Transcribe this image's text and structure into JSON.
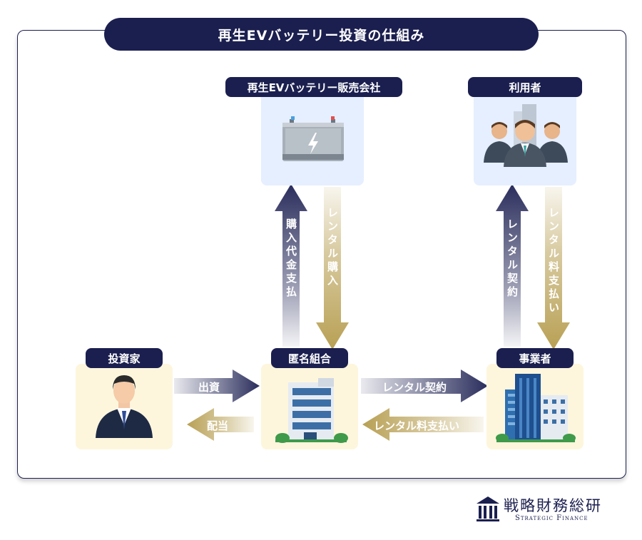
{
  "title": "再生EVバッテリー投資の仕組み",
  "nodes": {
    "seller": "再生EVバッテリー販売会社",
    "user": "利用者",
    "investor": "投資家",
    "partnership": "匿名組合",
    "operator": "事業者"
  },
  "flows": {
    "purchase_payment": "購入代金支払",
    "rental_purchase": "レンタル購入",
    "rental_contract_user": "レンタル契約",
    "rental_fee_payment_user": "レンタル料支払い",
    "investment": "出資",
    "dividend": "配当",
    "rental_contract": "レンタル契約",
    "rental_fee_payment": "レンタル料支払い"
  },
  "logo": {
    "name": "戦略財務総研",
    "subtitle": "Strategic Finance"
  },
  "colors": {
    "navy": "#1b1f4f",
    "gold": "#b8a054",
    "box_blue": "#e5efff",
    "box_cream": "#fdf6dd"
  }
}
